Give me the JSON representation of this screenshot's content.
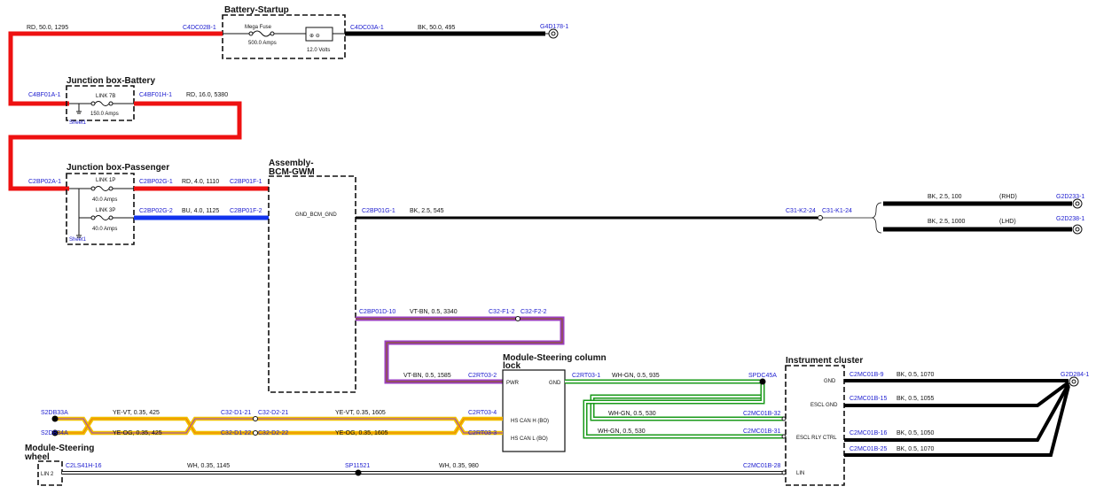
{
  "diagram": {
    "components": {
      "battery_startup": {
        "title": "Battery-Startup",
        "fuse_name": "Mega Fuse",
        "fuse_rating": "500.0 Amps",
        "battery_voltage": "12.0 Volts",
        "battery_symbol": "⊕ ⊖"
      },
      "junction_box_battery": {
        "title": "Junction box-Battery",
        "link_name": "LINK 7B",
        "link_rating": "150.0 Amps",
        "sheet": "Sheet1"
      },
      "junction_box_passenger": {
        "title": "Junction box-Passenger",
        "link1_name": "LINK 1P",
        "link1_rating": "40.0 Amps",
        "link2_name": "LINK 3P",
        "link2_rating": "40.0 Amps",
        "sheet": "Sheet1"
      },
      "bcm": {
        "title_line1": "Assembly-",
        "title_line2": "BCM-GWM",
        "pin_gnd": "GND_BCM_GND"
      },
      "steering_lock": {
        "title_line1": "Module-Steering column",
        "title_line2": "lock",
        "pin_pwr": "PWR",
        "pin_gnd": "GND",
        "pin_can_h": "HS CAN H (BO)",
        "pin_can_l": "HS CAN L (BO)"
      },
      "instrument_cluster": {
        "title": "Instrument cluster",
        "pin_gnd": "GND",
        "pin_escl_gnd": "ESCL GND",
        "pin_escl_rly": "ESCL RLY CTRL",
        "pin_lin": "LIN"
      },
      "steering_wheel": {
        "title_line1": "Module-Steering",
        "title_line2": "wheel",
        "pin_lin2": "LIN 2"
      }
    },
    "connectors": {
      "c4dc02b_1": "C4DC02B-1",
      "c4dc03a_1": "C4DC03A-1",
      "g4d178_1": "G4D178-1",
      "c4bf01a_1": "C4BF01A-1",
      "c4bf01h_1": "C4BF01H-1",
      "c2bp02a_1": "C2BP02A-1",
      "c2bp02g_1": "C2BP02G-1",
      "c2bp02g_2": "C2BP02G-2",
      "c2bp01f_1": "C2BP01F-1",
      "c2bp01f_2": "C2BP01F-2",
      "c2bp01g_1": "C2BP01G-1",
      "c31_k2_24": "C31-K2-24",
      "c31_k1_24": "C31-K1-24",
      "g2d233_1": "G2D233-1",
      "g2d238_1": "G2D238-1",
      "c2bp01d_10": "C2BP01D-10",
      "c32_f1_2": "C32-F1-2",
      "c32_f2_2": "C32-F2-2",
      "c2rt03_2": "C2RT03-2",
      "c2rt03_1": "C2RT03-1",
      "spdc45a": "SPDC45A",
      "g2d284_1": "G2D284-1",
      "c2mc01b_9": "C2MC01B-9",
      "c2mc01b_15": "C2MC01B-15",
      "c2mc01b_32": "C2MC01B-32",
      "c2mc01b_31": "C2MC01B-31",
      "c2mc01b_16": "C2MC01B-16",
      "c2mc01b_25": "C2MC01B-25",
      "c2mc01b_28": "C2MC01B-28",
      "s2db33a": "S2DB33A",
      "s2db34a": "S2DB34A",
      "c32_d1_21": "C32-D1-21",
      "c32_d2_21": "C32-D2-21",
      "c32_d1_22": "C32-D1-22",
      "c32_d2_22": "C32-D2-22",
      "c2rt03_4": "C2RT03-4",
      "c2rt03_3": "C2RT03-3",
      "c2ls41h_16": "C2LS41H-16",
      "sp11521": "SP11521"
    },
    "wires": {
      "w_rd_50": "RD,  50.0,  1295",
      "w_bk_50": "BK,  50.0,  495",
      "w_rd_16": "RD,  16.0,  5380",
      "w_rd_4": "RD,  4.0,  1110",
      "w_bu_4": "BU,  4.0,  1125",
      "w_bk_25_545": "BK,  2.5,  545",
      "w_bk_25_100": "BK,  2.5,  100",
      "w_bk_25_1000": "BK,  2.5,  1000",
      "variant_rhd": "(RHD)",
      "variant_lhd": "(LHD)",
      "w_vtbn_3340": "VT-BN,  0.5,  3340",
      "w_vtbn_1585": "VT-BN,  0.5,  1585",
      "w_whgn_935": "WH-GN,  0.5,  935",
      "w_whgn_530a": "WH-GN,  0.5,  530",
      "w_whgn_530b": "WH-GN,  0.5,  530",
      "w_bk05_1070a": "BK,  0.5,  1070",
      "w_bk05_1055": "BK,  0.5,  1055",
      "w_bk05_1050": "BK,  0.5,  1050",
      "w_bk05_1070b": "BK,  0.5,  1070",
      "w_yevt_425": "YE-VT,  0.35,  425",
      "w_yeog_425": "YE-OG,  0.35,  425",
      "w_yevt_1605": "YE-VT,  0.35,  1605",
      "w_yeog_1605": "YE-OG,  0.35,  1605",
      "w_wh_1145": "WH,  0.35,  1145",
      "w_wh_980": "WH,  0.35,  980"
    },
    "colors": {
      "red": "#ee1111",
      "blue": "#1133ee",
      "black": "#000000",
      "violet": "#9b3fc0",
      "brown": "#8b5a2b",
      "green": "#1a9a1a",
      "yellow": "#f0c000",
      "orange": "#f08000",
      "connector_text": "#2020d0"
    }
  }
}
